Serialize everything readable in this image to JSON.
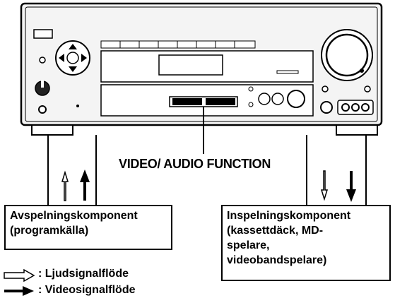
{
  "function_label": "VIDEO/ AUDIO FUNCTION",
  "left_box": {
    "line1": "Avspelningskomponent",
    "line2": "(programkälla)"
  },
  "right_box": {
    "line1": "Inspelningskomponent",
    "line2": "(kassettdäck, MD-",
    "line3": "spelare,",
    "line4": "videobandspelare)"
  },
  "legend": [
    {
      "arrow": "hollow-arrow-icon",
      "text": ":  Ljudsignalflöde"
    },
    {
      "arrow": "solid-arrow-icon",
      "text": ":  Videosignalflöde"
    }
  ],
  "colors": {
    "ink": "#000000",
    "panel": "#f4f4f4",
    "paper": "#ffffff"
  }
}
